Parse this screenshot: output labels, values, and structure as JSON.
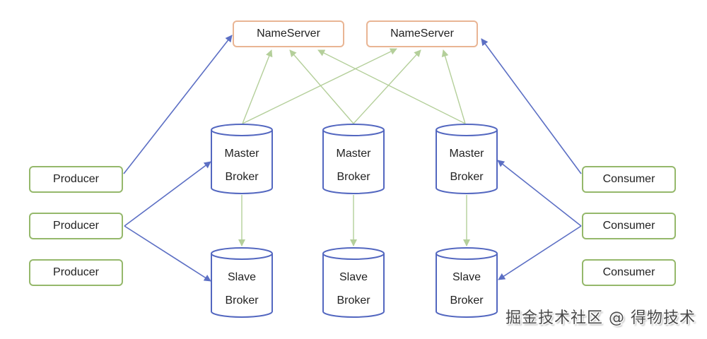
{
  "colors": {
    "nameserver_border": "#e9b594",
    "client_border": "#95b86b",
    "broker_stroke": "#5367c0",
    "client_arrow": "#5c6fc4",
    "registration_arrow": "#b4cf9a",
    "replication_arrow": "#b4cf9a"
  },
  "nameservers": [
    {
      "id": "ns1",
      "label": "NameServer"
    },
    {
      "id": "ns2",
      "label": "NameServer"
    }
  ],
  "producers": [
    {
      "id": "p1",
      "label": "Producer"
    },
    {
      "id": "p2",
      "label": "Producer"
    },
    {
      "id": "p3",
      "label": "Producer"
    }
  ],
  "consumers": [
    {
      "id": "c1",
      "label": "Consumer"
    },
    {
      "id": "c2",
      "label": "Consumer"
    },
    {
      "id": "c3",
      "label": "Consumer"
    }
  ],
  "master_brokers": [
    {
      "id": "m1",
      "line1": "Master",
      "line2": "Broker"
    },
    {
      "id": "m2",
      "line1": "Master",
      "line2": "Broker"
    },
    {
      "id": "m3",
      "line1": "Master",
      "line2": "Broker"
    }
  ],
  "slave_brokers": [
    {
      "id": "s1",
      "line1": "Slave",
      "line2": "Broker"
    },
    {
      "id": "s2",
      "line1": "Slave",
      "line2": "Broker"
    },
    {
      "id": "s3",
      "line1": "Slave",
      "line2": "Broker"
    }
  ],
  "edges": [
    {
      "from": "p1",
      "to": "ns1",
      "kind": "client"
    },
    {
      "from": "p2",
      "to": "m1",
      "kind": "client"
    },
    {
      "from": "p2",
      "to": "s1",
      "kind": "client"
    },
    {
      "from": "c1",
      "to": "ns2",
      "kind": "client"
    },
    {
      "from": "c2",
      "to": "m3",
      "kind": "client"
    },
    {
      "from": "c2",
      "to": "s3",
      "kind": "client"
    },
    {
      "from": "m1",
      "to": "ns1",
      "kind": "registration"
    },
    {
      "from": "m1",
      "to": "ns2",
      "kind": "registration"
    },
    {
      "from": "m2",
      "to": "ns1",
      "kind": "registration"
    },
    {
      "from": "m2",
      "to": "ns2",
      "kind": "registration"
    },
    {
      "from": "m3",
      "to": "ns1",
      "kind": "registration"
    },
    {
      "from": "m3",
      "to": "ns2",
      "kind": "registration"
    },
    {
      "from": "m1",
      "to": "s1",
      "kind": "replication"
    },
    {
      "from": "m2",
      "to": "s2",
      "kind": "replication"
    },
    {
      "from": "m3",
      "to": "s3",
      "kind": "replication"
    }
  ],
  "watermark": "掘金技术社区 @ 得物技术"
}
